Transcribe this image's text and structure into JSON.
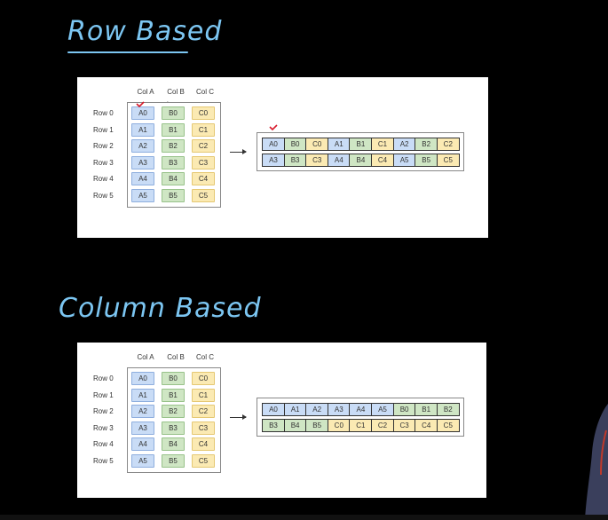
{
  "headings": {
    "row_based": "Row Based",
    "column_based": "Column Based"
  },
  "columns": [
    "Col A",
    "Col B",
    "Col C"
  ],
  "rows": [
    "Row 0",
    "Row 1",
    "Row 2",
    "Row 3",
    "Row 4",
    "Row 5"
  ],
  "table": [
    [
      "A0",
      "B0",
      "C0"
    ],
    [
      "A1",
      "B1",
      "C1"
    ],
    [
      "A2",
      "B2",
      "C2"
    ],
    [
      "A3",
      "B3",
      "C3"
    ],
    [
      "A4",
      "B4",
      "C4"
    ],
    [
      "A5",
      "B5",
      "C5"
    ]
  ],
  "row_layout": [
    [
      "A0",
      "B0",
      "C0",
      "A1",
      "B1",
      "C1",
      "A2",
      "B2",
      "C2"
    ],
    [
      "A3",
      "B3",
      "C3",
      "A4",
      "B4",
      "C4",
      "A5",
      "B5",
      "C5"
    ]
  ],
  "column_layout": [
    [
      "A0",
      "A1",
      "A2",
      "A3",
      "A4",
      "A5",
      "B0",
      "B1",
      "B2"
    ],
    [
      "B3",
      "B4",
      "B5",
      "C0",
      "C1",
      "C2",
      "C3",
      "C4",
      "C5"
    ]
  ],
  "colors": {
    "A": "#c9dcf6",
    "B": "#cfe6c4",
    "C": "#fbeab3",
    "heading": "#7cc6f2",
    "annotation": "#d81b2c"
  }
}
